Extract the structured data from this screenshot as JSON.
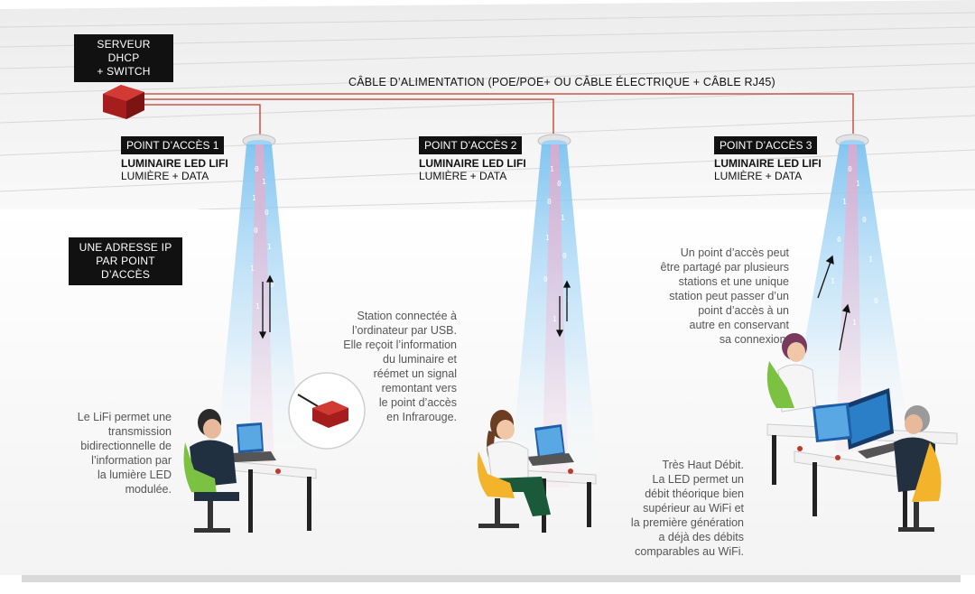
{
  "server": {
    "label": "SERVEUR DHCP\n+ SWITCH"
  },
  "cable": {
    "label": "CÂBLE D’ALIMENTATION (POE/POE+ OU CÂBLE ÉLECTRIQUE + CÂBLE RJ45)"
  },
  "access_points": [
    {
      "tag": "POINT D’ACCÈS 1",
      "title": "LUMINAIRE LED LIFI",
      "subtitle": "LUMIÈRE + DATA"
    },
    {
      "tag": "POINT D’ACCÈS 2",
      "title": "LUMINAIRE LED LIFI",
      "subtitle": "LUMIÈRE + DATA"
    },
    {
      "tag": "POINT D’ACCÈS 3",
      "title": "LUMINAIRE LED LIFI",
      "subtitle": "LUMIÈRE + DATA"
    }
  ],
  "ip_note": {
    "label": "UNE ADRESSE IP\nPAR POINT D’ACCÈS"
  },
  "notes": {
    "bidirectional": "Le LiFi permet une\ntransmission\nbidirectionnelle de\nl’information par\nla lumière LED\nmodulée.",
    "station": "Station connectée à\nl’ordinateur par USB.\nElle reçoit l’information\ndu luminaire et\nréémet un signal\nremontant vers\nle point d’accès\nen Infrarouge.",
    "sharing": "Un point d’accès peut\nêtre partagé par plusieurs\nstations et une unique\nstation peut passer d’un\npoint d’accès à un\nautre en conservant\nsa connexion.",
    "speed": "Très Haut Débit.\nLa LED permet un\ndébit théorique bien\nsupérieur au WiFi et\nla première génération\na déjà des débits\ncomparables au WiFi."
  },
  "colors": {
    "cable": "#c0392b",
    "server": "#b0201f",
    "beam": "#9fd4f5",
    "chair": "#f3b32a",
    "chair_green": "#7cc242"
  }
}
